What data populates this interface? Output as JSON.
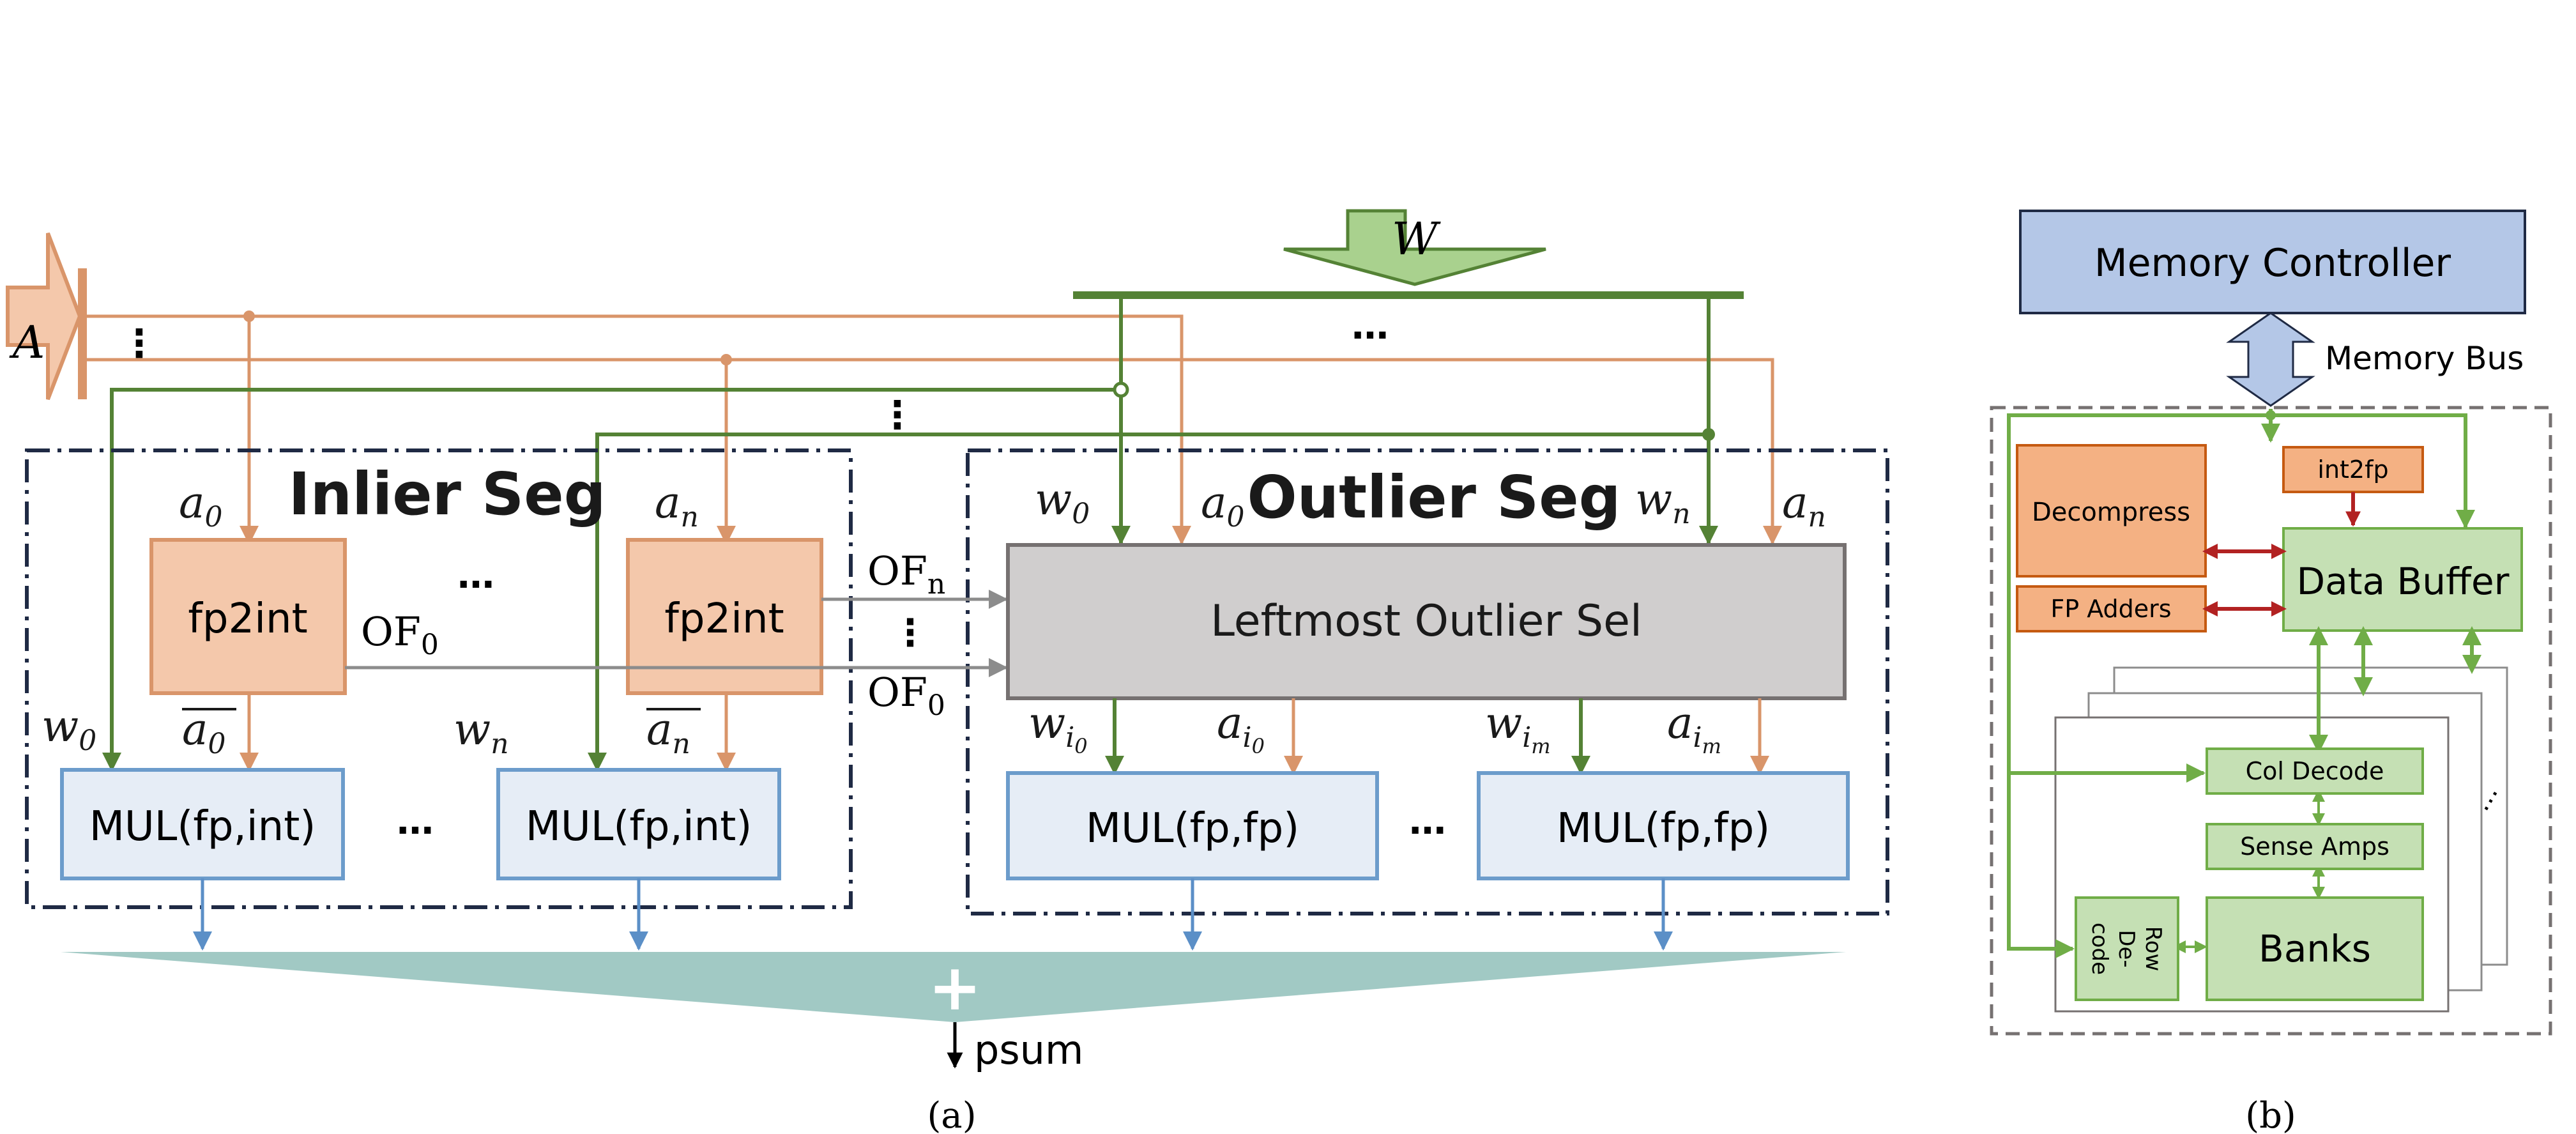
{
  "labels": {
    "input_a": "A",
    "input_w": "W",
    "a": "a",
    "w": "w",
    "sub_0": "0",
    "sub_n": "n",
    "sub_i": "i",
    "sub_m": "m",
    "of": "OF",
    "inlier_seg": "Inlier Seg",
    "outlier_seg": "Outlier Seg",
    "fp2int": "fp2int",
    "leftmost_outlier_sel": "Leftmost Outlier Sel",
    "mul_fp_int": "MUL(fp,int)",
    "mul_fp_fp": "MUL(fp,fp)",
    "ellipsis": "…",
    "vdots": "⋮",
    "plus": "+",
    "psum": "psum",
    "caption_a": "(a)",
    "memory_controller": "Memory Controller",
    "memory_bus": "Memory Bus",
    "decompress": "Decompress",
    "int2fp": "int2fp",
    "fp_adders": "FP Adders",
    "data_buffer": "Data Buffer",
    "col_decode": "Col Decode",
    "sense_amps": "Sense Amps",
    "banks": "Banks",
    "row_decode_1": "Row",
    "row_decode_2": "De-",
    "row_decode_3": "code",
    "caption_b": "(b)"
  },
  "colors": {
    "orange_line": "#d9956a",
    "orange_fill": "#f4c8ab",
    "orange_stroke": "#d9956a",
    "green_line": "#548235",
    "green_fill": "#a9d18e",
    "light_green_fill": "#c5e0b4",
    "light_green_stroke": "#70ad47",
    "blue_fill": "#e6edf6",
    "blue_stroke": "#6c9ccb",
    "blue_arrow": "#5b8fc7",
    "gray_fill": "#d0cece",
    "gray_stroke": "#767171",
    "teal": "#a1c9c4",
    "dark_navy": "#1f2a44",
    "mem_ctrl_fill": "#b4c7e7",
    "salmon_fill": "#f4b183",
    "salmon_stroke": "#c55a11",
    "dark_red": "#b22222",
    "dash_gray": "#7f7f7f"
  }
}
